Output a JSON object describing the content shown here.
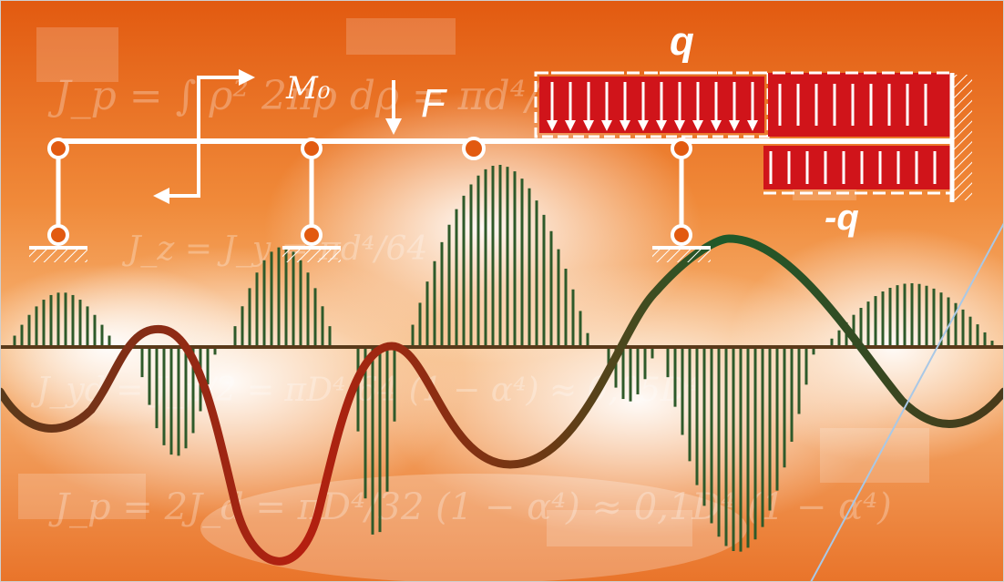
{
  "labels": {
    "moment": "M₀",
    "force": "F",
    "load_top": "q",
    "load_bottom": "-q"
  },
  "background_formulas": {
    "line1": "J_p = ∫ ρ² 2πρ dρ = πd⁴/32",
    "line2": "J_z = J_y = πd⁴/64",
    "line3": "J_yd = J_p/2 = πD⁴/64 (1 − α⁴) ≈ 0,05D⁴",
    "line4": "J_p = 2J_d = πD⁴/32 (1 − α⁴) ≈ 0,1D⁴ (1 − α⁴)"
  },
  "colors": {
    "background_orange": "#e8661a",
    "background_light": "#fbe3c8",
    "load_red": "#d0141a",
    "bar_green": "#2e5a2a",
    "wave_start": "#5a3a1a",
    "wave_mid": "#b51f10",
    "wave_end": "#1f5a2a",
    "beam_white": "#ffffff"
  },
  "icons": [
    "pin-support-icon",
    "fixed-wall-icon",
    "moment-arrow-icon",
    "force-arrow-icon"
  ]
}
